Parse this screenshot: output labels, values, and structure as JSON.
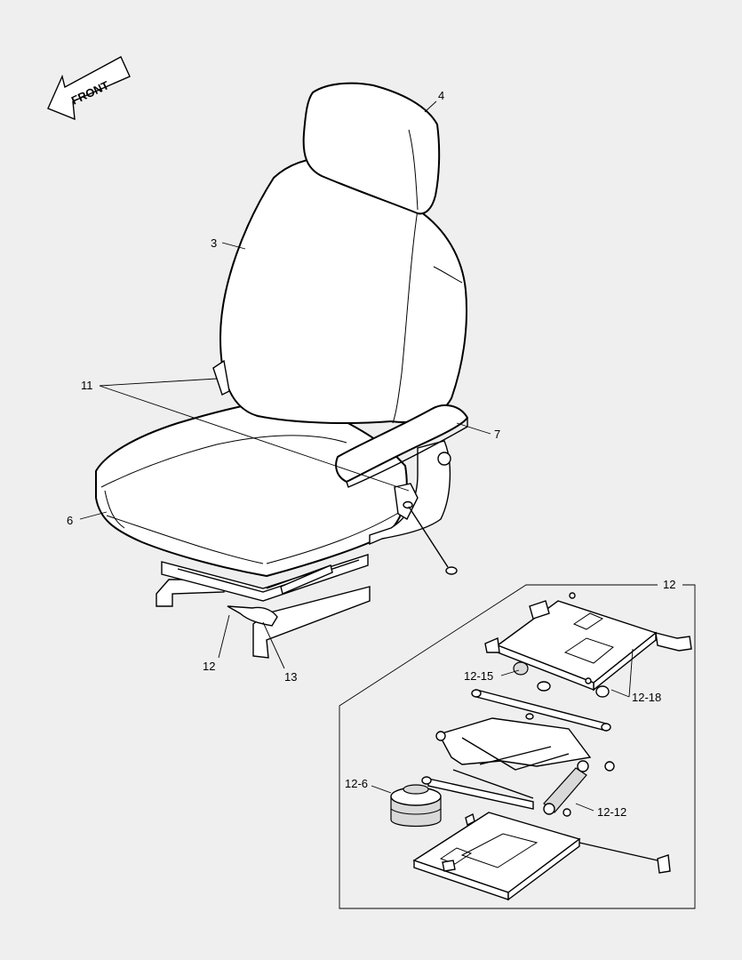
{
  "direction_arrow": {
    "label": "FRONT"
  },
  "callouts": {
    "headrest": "4",
    "backrest": "3",
    "belt": "11",
    "armrest": "7",
    "cushion": "6",
    "suspension_lower": "12",
    "lever": "13",
    "suspension_detail": "12",
    "knob": "12-15",
    "damper_pads": "12-18",
    "air_spring": "12-6",
    "shock_absorber": "12-12"
  }
}
